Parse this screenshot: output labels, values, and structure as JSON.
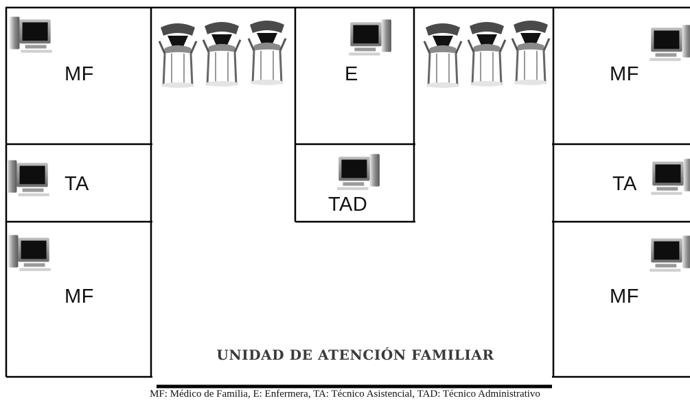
{
  "rooms": {
    "mf_top_left": "MF",
    "ta_left": "TA",
    "mf_bottom_left": "MF",
    "e_center": "E",
    "tad_center": "TAD",
    "mf_top_right": "MF",
    "ta_right": "TA",
    "mf_bottom_right": "MF"
  },
  "title": "UNIDAD DE ATENCIÓN FAMILIAR",
  "legend": "MF: Médico de Familia, E: Enfermera, TA: Técnico Asistencial, TAD: Técnico Administrativo",
  "icons": {
    "computer": "computer-icon",
    "chair": "chair-icon"
  }
}
